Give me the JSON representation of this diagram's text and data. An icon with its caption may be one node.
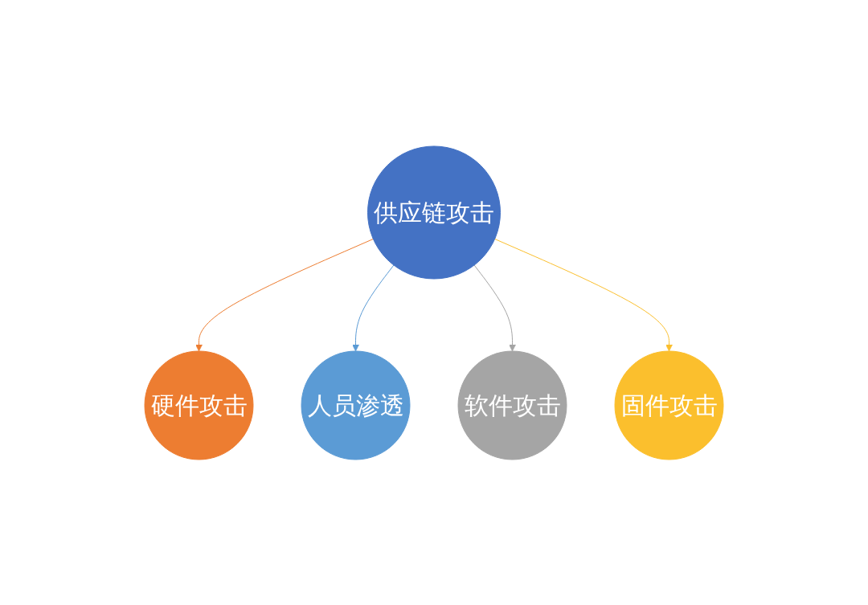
{
  "diagram": {
    "nodes": [
      {
        "text": [
          "供应链攻击"
        ]
      },
      {
        "text": [
          "硬件攻击"
        ]
      },
      {
        "text": [
          "人员渗透"
        ]
      },
      {
        "text": [
          "软件攻击"
        ]
      },
      {
        "text": [
          "固件攻击"
        ]
      }
    ],
    "edges": [
      {
        "from": 0,
        "to": 1,
        "arrow": "to",
        "color": "#ed7d31"
      },
      {
        "from": 0,
        "to": 2,
        "arrow": "to",
        "color": "#5b9bd5"
      },
      {
        "from": 0,
        "to": 3,
        "arrow": "to",
        "color": "#a5a5a5"
      },
      {
        "from": 0,
        "to": 4,
        "arrow": "to",
        "color": "#fbbf2d"
      }
    ]
  }
}
